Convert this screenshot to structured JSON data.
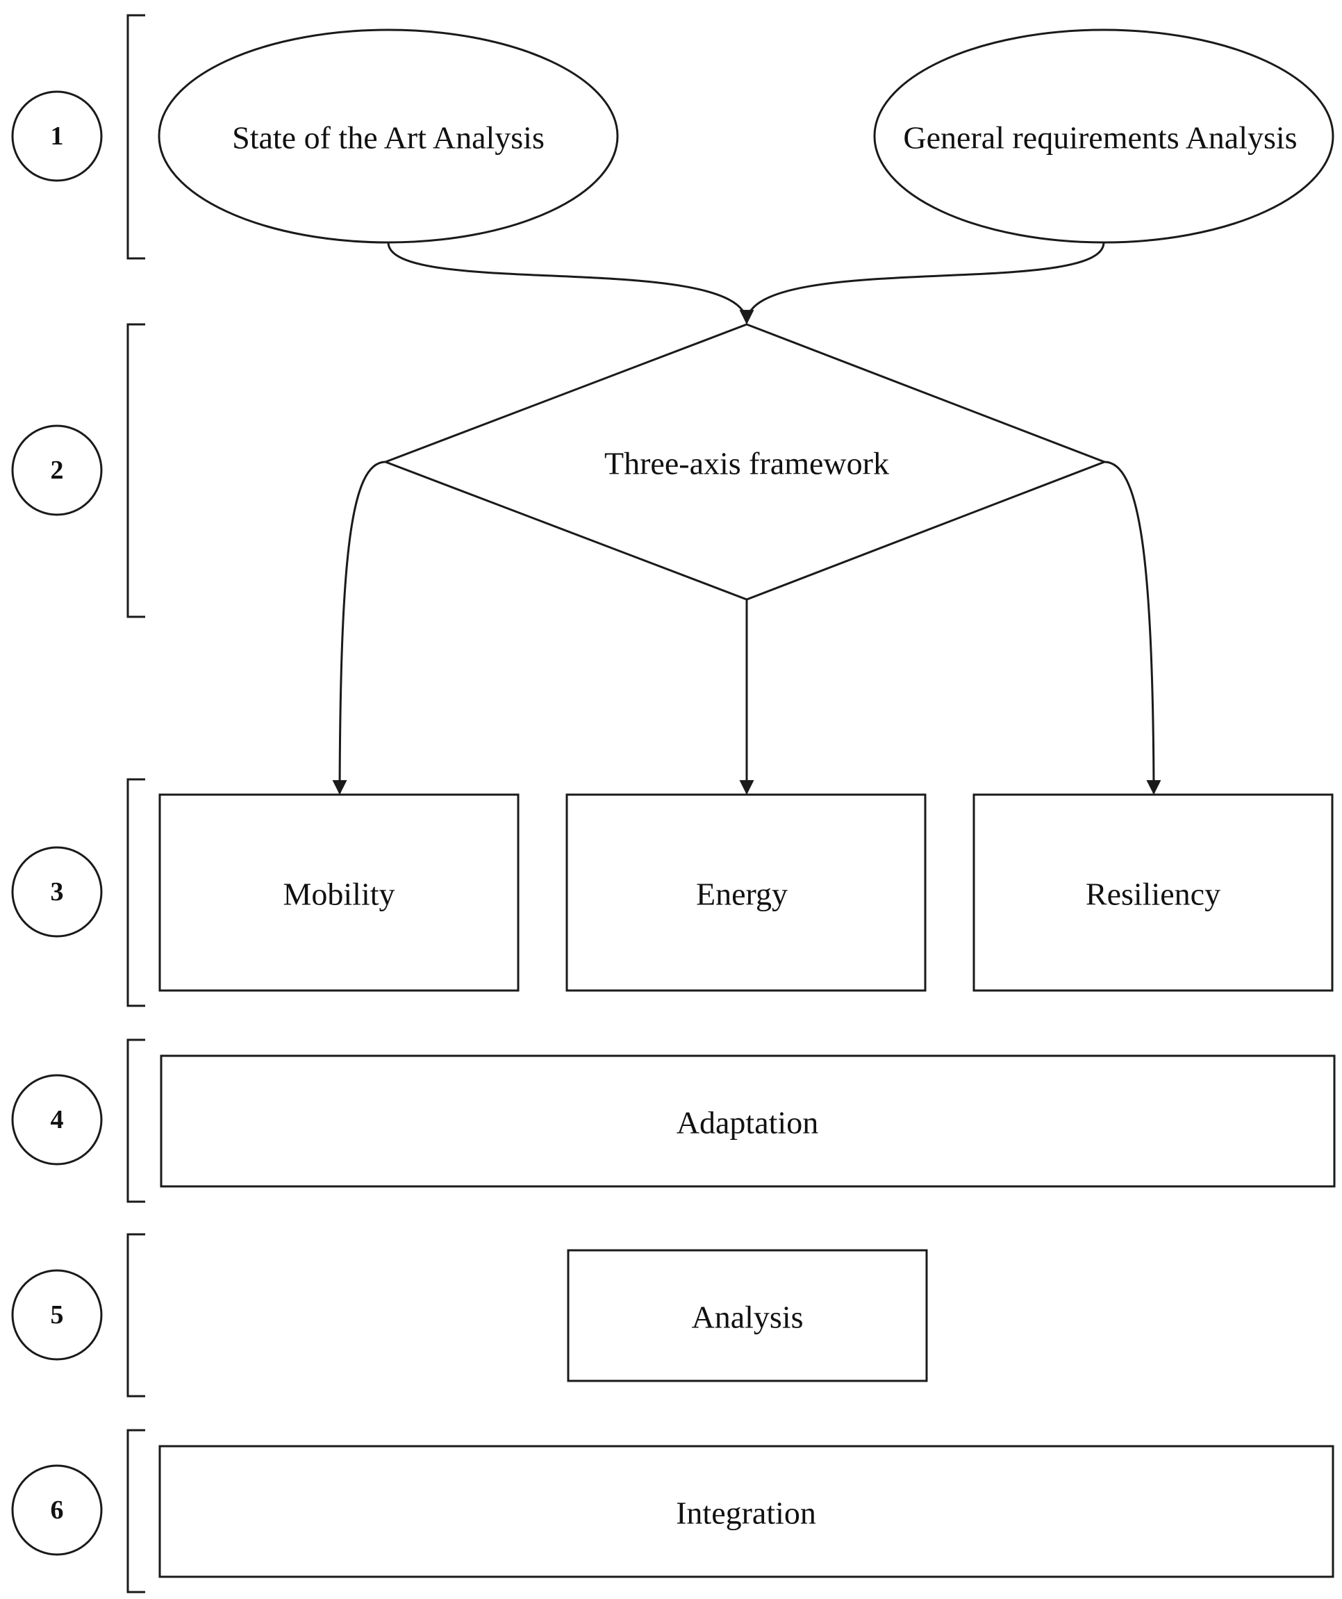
{
  "stages": [
    {
      "number": "1"
    },
    {
      "number": "2"
    },
    {
      "number": "3"
    },
    {
      "number": "4"
    },
    {
      "number": "5"
    },
    {
      "number": "6"
    }
  ],
  "nodes": {
    "state_of_art": "State of the Art Analysis",
    "general_requirements": "General requirements Analysis",
    "framework": "Three-axis framework",
    "mobility": "Mobility",
    "energy": "Energy",
    "resiliency": "Resiliency",
    "adaptation": "Adaptation",
    "analysis": "Analysis",
    "integration": "Integration"
  },
  "colors": {
    "stroke": "#1a1a1a",
    "background": "#ffffff"
  }
}
